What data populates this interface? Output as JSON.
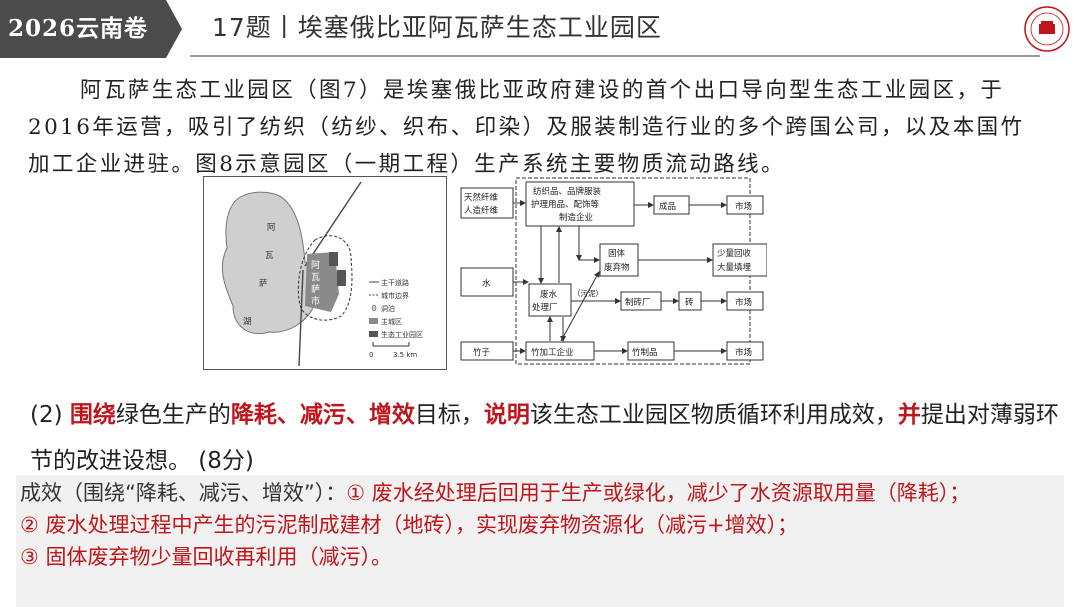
{
  "header": {
    "exam_tag": "2026云南卷",
    "title": "17题丨埃塞俄比亚阿瓦萨生态工业园区"
  },
  "intro": "阿瓦萨生态工业园区（图7）是埃塞俄比亚政府建设的首个出口导向型生态工业园区，于2016年运营，吸引了纺织（纺纱、织布、印染）及服装制造行业的多个跨国公司，以及本国竹加工企业进驻。图8示意园区（一期工程）生产系统主要物质流动路线。",
  "map": {
    "lake_chars": [
      "阿",
      "瓦",
      "萨",
      "湖"
    ],
    "city_chars": [
      "阿",
      "瓦",
      "萨",
      "市"
    ],
    "legend": [
      "主干道路",
      "城市边界",
      "洞泊",
      "主城区",
      "生态工业园区"
    ],
    "scale": "3.5 km",
    "scale_zero": "0"
  },
  "flow": {
    "raw_fiber": [
      "天然纤维",
      "人造纤维"
    ],
    "textile_firms": [
      "纺织品、品牌服装",
      "护理用品、配饰等",
      "制造企业"
    ],
    "finished": "成品",
    "market": "市场",
    "solid_waste": [
      "固体",
      "废弃物"
    ],
    "recycle": [
      "少量回收",
      "大量填埋"
    ],
    "water": "水",
    "wastewater": [
      "废水",
      "处理厂"
    ],
    "sludge": "（污泥）",
    "brick_factory": "制砖厂",
    "brick": "砖",
    "bamboo": "竹子",
    "bamboo_firm": "竹加工企业",
    "bamboo_product": "竹制品"
  },
  "question": {
    "prefix": "(2) ",
    "k1": "围绕",
    "t1": "绿色生产的",
    "k2": "降耗、减污、增效",
    "t2": "目标，",
    "k3": "说明",
    "t3": "该生态工业园区物质循环利用成效，",
    "k4": "并",
    "t4": "提出对薄弱环节的改进设想。 (8分)"
  },
  "answer": {
    "lead": "成效（围绕“降耗、减污、增效”）：",
    "p1": "① 废水经处理后回用于生产或绿化，减少了水资源取用量（降耗）；",
    "p2": "② 废水处理过程中产生的污泥制成建材（地砖），实现废弃物资源化（减污+增效）；",
    "p3": "③ 固体废弃物少量回收再利用（减污）。"
  },
  "colors": {
    "accent_red": "#c0161b",
    "tag_bg": "#4b4b4b"
  }
}
